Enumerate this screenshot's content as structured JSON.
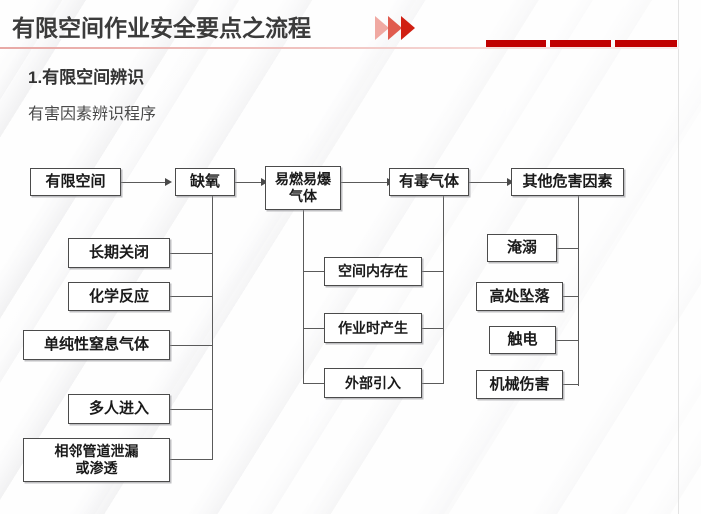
{
  "header": {
    "title": "有限空间作业安全要点之流程",
    "chevron_icon": "triple-chevron-right",
    "chevron_colors": [
      "#f0a9a2",
      "#e05b4e",
      "#d01f12"
    ],
    "accent_bar_color": "#c00000",
    "rule_color": "#e8a9a6",
    "bars": 3
  },
  "content": {
    "section_title": "1.有限空间辨识",
    "section_subtitle": "有害因素辨识程序"
  },
  "chart_data": {
    "type": "diagram",
    "title": "有害因素辨识程序",
    "orientation": "left-to-right",
    "top_chain": [
      {
        "id": "n1",
        "label": "有限空间"
      },
      {
        "id": "n2",
        "label": "缺氧"
      },
      {
        "id": "n3",
        "label": "易燃易爆\n气体",
        "line1": "易燃易爆",
        "line2": "气体"
      },
      {
        "id": "n4",
        "label": "有毒气体"
      },
      {
        "id": "n5",
        "label": "其他危害因素"
      }
    ],
    "branches": [
      {
        "parent": "缺氧",
        "side": "left",
        "children": [
          {
            "label": "长期关闭"
          },
          {
            "label": "化学反应"
          },
          {
            "label": "单纯性窒息气体"
          },
          {
            "label": "多人进入"
          },
          {
            "label": "相邻管道泄漏\n或渗透",
            "line1": "相邻管道泄漏",
            "line2": "或渗透"
          }
        ]
      },
      {
        "parent": "易燃易爆气体 / 有毒气体",
        "side": "both",
        "children": [
          {
            "label": "空间内存在"
          },
          {
            "label": "作业时产生"
          },
          {
            "label": "外部引入"
          }
        ]
      },
      {
        "parent": "其他危害因素",
        "side": "right",
        "children": [
          {
            "label": "淹溺"
          },
          {
            "label": "高处坠落"
          },
          {
            "label": "触电"
          },
          {
            "label": "机械伤害"
          }
        ]
      }
    ],
    "arrows": [
      {
        "from": "有限空间",
        "to": "缺氧"
      },
      {
        "from": "缺氧",
        "to": "易燃易爆气体"
      },
      {
        "from": "易燃易爆气体",
        "to": "有毒气体"
      },
      {
        "from": "有毒气体",
        "to": "其他危害因素"
      }
    ]
  }
}
